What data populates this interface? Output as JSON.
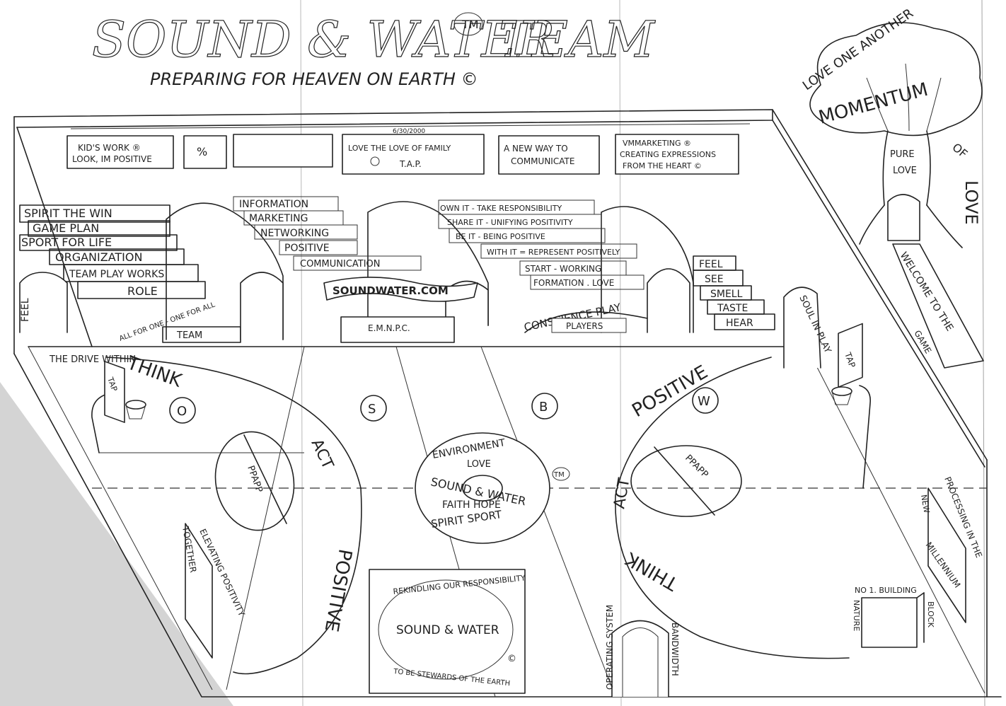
{
  "title": {
    "main": "SOUND & WATER",
    "tm": "TM",
    "team": "TEAM",
    "subtitle": "PREPARING FOR HEAVEN ON EARTH ©"
  },
  "banners": [
    {
      "l1": "KID'S WORK ®",
      "l2": "LOOK, IM POSITIVE"
    },
    {
      "l1": "%",
      "l2": ""
    },
    {
      "l1": "",
      "l2": ""
    },
    {
      "l1": "LOVE THE LOVE OF FAMILY",
      "l2": "T.A.P.",
      "date": "6/30/2000"
    },
    {
      "l1": "A NEW WAY TO",
      "l2": "COMMUNICATE"
    },
    {
      "l1": "VMMARKETING ®",
      "l2": "CREATING EXPRESSIONS",
      "l3": "FROM THE HEART ©"
    }
  ],
  "left_steps": [
    "SPIRIT THE WIN",
    "GAME PLAN",
    "SPORT FOR LIFE",
    "ORGANIZATION",
    "TEAM PLAY WORKS",
    "ROLE"
  ],
  "center_left_steps": [
    "INFORMATION",
    "MARKETING",
    "NETWORKING",
    "POSITIVE",
    "COMMUNICATION"
  ],
  "center_right_steps": [
    "OWN IT - TAKE RESPONSIBILITY",
    "SHARE IT - UNIFYING POSITIVITY",
    "BE IT - BEING POSITIVE",
    "WITH IT = REPRESENT POSITIVELY",
    "START - WORKING",
    "FORMATION . LOVE"
  ],
  "senses": [
    "FEEL",
    "SEE",
    "SMELL",
    "TASTE",
    "HEAR"
  ],
  "labels": {
    "soundwater": "SOUNDWATER.COM",
    "emnpc": "E.M.N.P.C.",
    "all_for_one": "ALL FOR ONE - ONE FOR ALL",
    "team_bench": "TEAM",
    "feel": "FEEL",
    "drive": "THE DRIVE WITHIN",
    "conscience": "CONSCIENCE PLAY",
    "players": "PLAYERS",
    "soul_in_play": "SOUL IN PLAY",
    "tap_right": "TAP",
    "tap_left": "TAP"
  },
  "court": {
    "think_left": "THINK",
    "act_left": "ACT",
    "positive_left": "POSITIVE",
    "positive_right": "POSITIVE",
    "act_right": "ACT",
    "think_right": "THINK",
    "ball_left": "O",
    "ball_s": "S",
    "ball_b": "B",
    "ball_w": "W",
    "key_left": "PPAPP",
    "key_right": "PPAPP",
    "center_top": "ENVIRONMENT",
    "center_love": "LOVE",
    "center_name": "SOUND & WATER",
    "center_tm": "TM",
    "center_faith": "FAITH HOPE",
    "center_spirit": "SPIRIT SPORT"
  },
  "floor_box": {
    "top": "REKINDLING OUR RESPONSIBILITY",
    "name": "SOUND & WATER",
    "bottom": "TO BE STEWARDS OF THE EARTH",
    "copy": "©"
  },
  "doorway": {
    "left": "OPERATING SYSTEM",
    "right": "BANDWIDTH"
  },
  "left_wall": {
    "together": "TOGETHER",
    "elevating": "ELEVATING POSITIVITY"
  },
  "right_wall": {
    "processing": "PROCESSING IN THE",
    "new": "NEW",
    "millennium": "MILLENNIUM"
  },
  "building": {
    "title": "NO 1. BUILDING",
    "nature": "NATURE",
    "block": "BLOCK"
  },
  "tree": {
    "love_one_another": "LOVE ONE ANOTHER",
    "momentum": "MOMENTUM",
    "of": "OF",
    "love": "LOVE",
    "pure": "PURE",
    "pure_love": "LOVE",
    "welcome": "WELCOME TO THE",
    "game": "GAME"
  }
}
